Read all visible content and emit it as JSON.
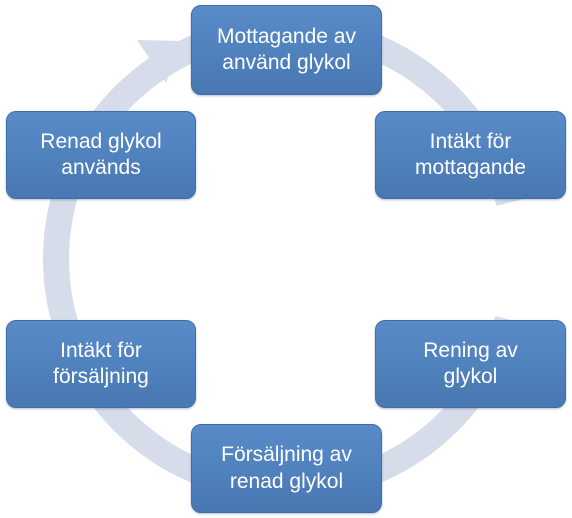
{
  "diagram": {
    "type": "cycle",
    "arrow_color": "#d6dcea",
    "node_color": "#4f81bd",
    "node_text_color": "#ffffff",
    "nodes": [
      {
        "id": "n1",
        "label": "Mottagande av\nanvänd glykol"
      },
      {
        "id": "n2",
        "label": "Intäkt för\nmottagande"
      },
      {
        "id": "n3",
        "label": "Rening av\nglykol"
      },
      {
        "id": "n4",
        "label": "Försäljning av\nrenad glykol"
      },
      {
        "id": "n5",
        "label": "Intäkt för\nförsäljning"
      },
      {
        "id": "n6",
        "label": "Renad glykol\nanvänds"
      }
    ]
  }
}
